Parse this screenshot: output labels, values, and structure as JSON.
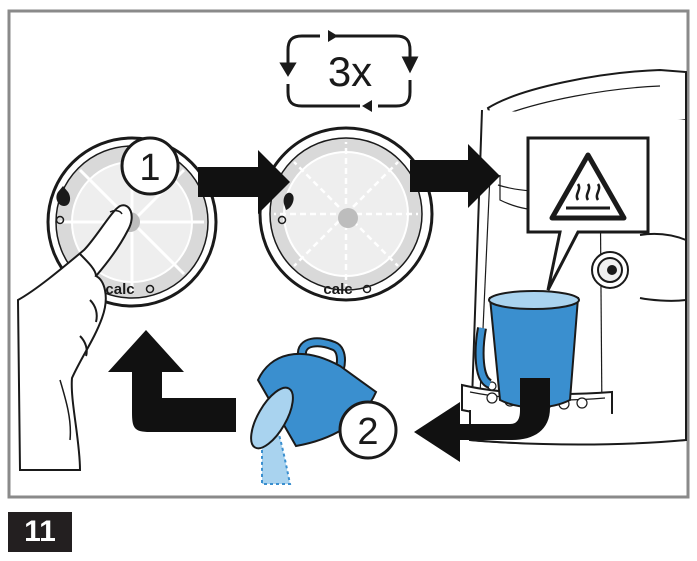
{
  "illustration": {
    "repeat_label": "3x",
    "dial_label": "calc",
    "callout_1": "1",
    "callout_2": "2"
  },
  "step_number": "11",
  "colors": {
    "frame": "#8a8a8a",
    "arrow": "#111111",
    "water_blue": "#3a8fcf",
    "light_blue": "#a9d3ef",
    "step_badge": "#231f20",
    "outline": "#1a1a1a"
  },
  "icons": [
    "repeat-cycle-icon",
    "hot-surface-warning-icon",
    "pointing-hand-icon",
    "descale-icon"
  ]
}
